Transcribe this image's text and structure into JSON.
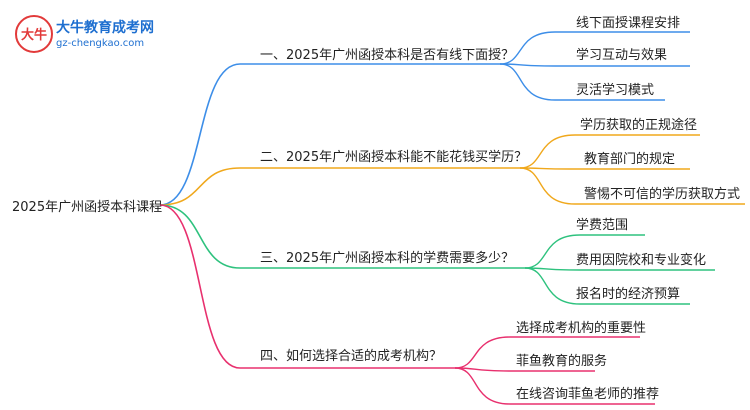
{
  "logo": {
    "title": "大牛教育成考网",
    "url": "gz-chengkao.com"
  },
  "root": "2025年广州函授本科课程",
  "branches": [
    {
      "label": "一、2025年广州函授本科是否有线下面授？",
      "color": "#3d8ee8",
      "children": [
        "线下面授课程安排",
        "学习互动与效果",
        "灵活学习模式"
      ]
    },
    {
      "label": "二、2025年广州函授本科能不能花钱买学历？",
      "color": "#f0a81c",
      "children": [
        "学历获取的正规途径",
        "教育部门的规定",
        "警惕不可信的学历获取方式"
      ]
    },
    {
      "label": "三、2025年广州函授本科的学费需要多少？",
      "color": "#2ec27e",
      "children": [
        "学费范围",
        "费用因院校和专业变化",
        "报名时的经济预算"
      ]
    },
    {
      "label": "四、如何选择合适的成考机构？",
      "color": "#e8306e",
      "children": [
        "选择成考机构的重要性",
        "菲鱼教育的服务",
        "在线咨询菲鱼老师的推荐"
      ]
    }
  ]
}
